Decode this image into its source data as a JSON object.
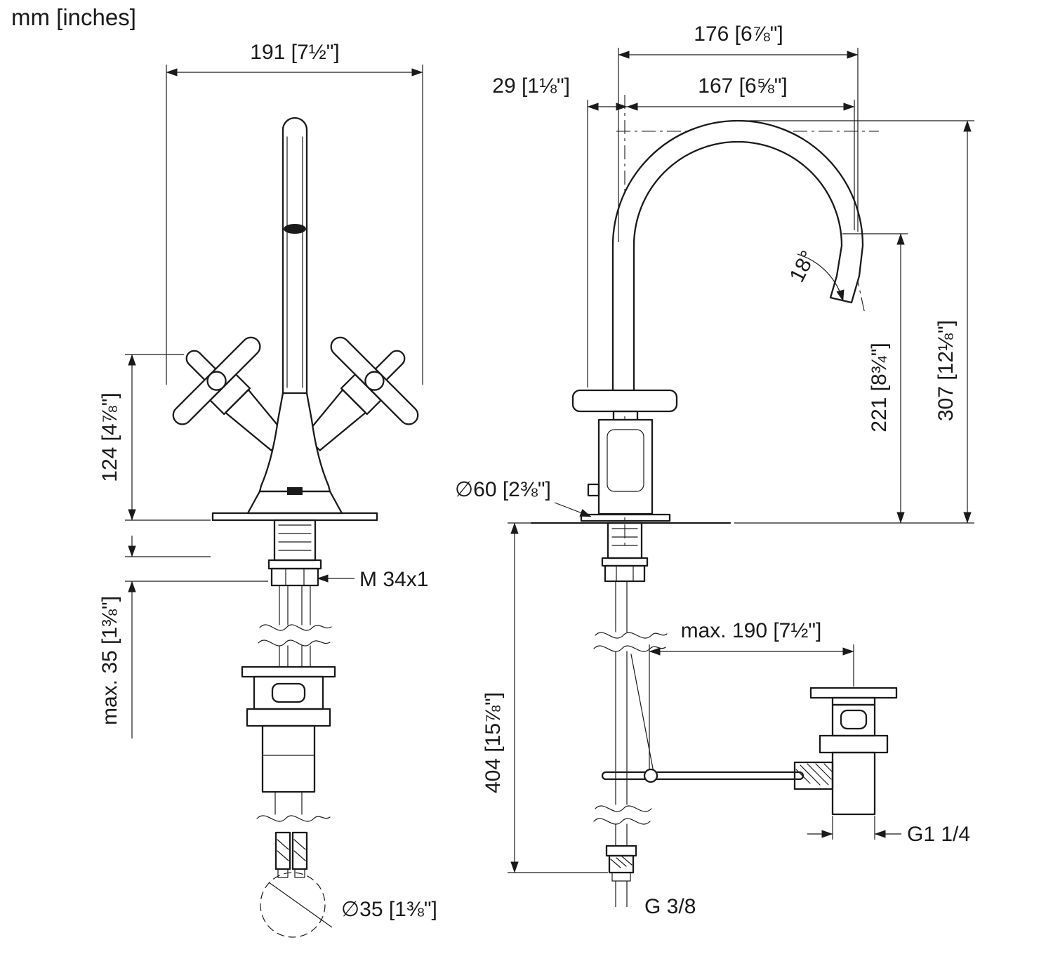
{
  "colors": {
    "line": "#1a1a1a",
    "background": "#ffffff"
  },
  "header": {
    "units": "mm [inches]"
  },
  "front_view": {
    "dim_width": "191 [7½\"]",
    "dim_handle_height": "124 [4⅞\"]",
    "dim_max_mount": "max. 35 [1⅜\"]",
    "label_shank_thread": "M 34x1",
    "dim_drain_hole": "∅35 [1⅜\"]"
  },
  "side_view": {
    "dim_reach_outer": "176 [6⅞\"]",
    "dim_offset": "29 [1⅛\"]",
    "dim_reach": "167 [6⅝\"]",
    "dim_outlet_angle": "18°",
    "dim_outlet_height": "221 [8¾\"]",
    "dim_total_height": "307 [12⅛\"]",
    "dim_base_diameter": "∅60 [2⅜\"]",
    "dim_rod_reach": "max. 190 [7½\"]",
    "dim_below_deck": "404 [15⅞\"]",
    "label_drain_thread": "G1 1/4",
    "label_supply_thread": "G 3/8"
  }
}
